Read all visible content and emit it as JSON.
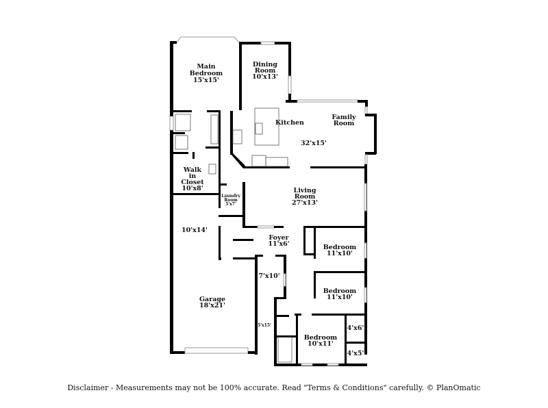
{
  "rooms": {
    "main_bedroom": {
      "name_1": "Main",
      "name_2": "Bedroom",
      "size": "15'x15'"
    },
    "dining_room": {
      "name_1": "Dining",
      "name_2": "Room",
      "size": "10'x13'"
    },
    "kitchen": {
      "name": "Kitchen"
    },
    "family_room": {
      "name_1": "Family",
      "name_2": "Room",
      "size": "32'x15'"
    },
    "walk_in_closet": {
      "name_1": "Walk",
      "name_2": "in",
      "name_3": "Closet",
      "size": "10'x8'"
    },
    "laundry_room": {
      "name_1": "Laundry",
      "name_2": "Room",
      "size": "5'x7'"
    },
    "living_room": {
      "name_1": "Living",
      "name_2": "Room",
      "size": "27'x13'"
    },
    "unnamed_room": {
      "size": "10'x14'"
    },
    "foyer": {
      "name": "Foyer",
      "size": "11'x6'"
    },
    "bedroom_1": {
      "name": "Bedroom",
      "size": "11'x10'"
    },
    "bedroom_2": {
      "name": "Bedroom",
      "size": "11'x10'"
    },
    "bedroom_3": {
      "name": "Bedroom",
      "size": "10'x11'"
    },
    "storage": {
      "size": "7'x10'"
    },
    "garage": {
      "name": "Garage",
      "size": "18'x21'"
    },
    "side_area": {
      "size": "5'x15'"
    },
    "closet_1": {
      "size": "4'x6'"
    },
    "closet_2": {
      "size": "4'x5'"
    }
  },
  "disclaimer": "Disclaimer - Measurements may not be 100% accurate. Read \"Terms & Conditions\" carefully. © PlanOmatic"
}
